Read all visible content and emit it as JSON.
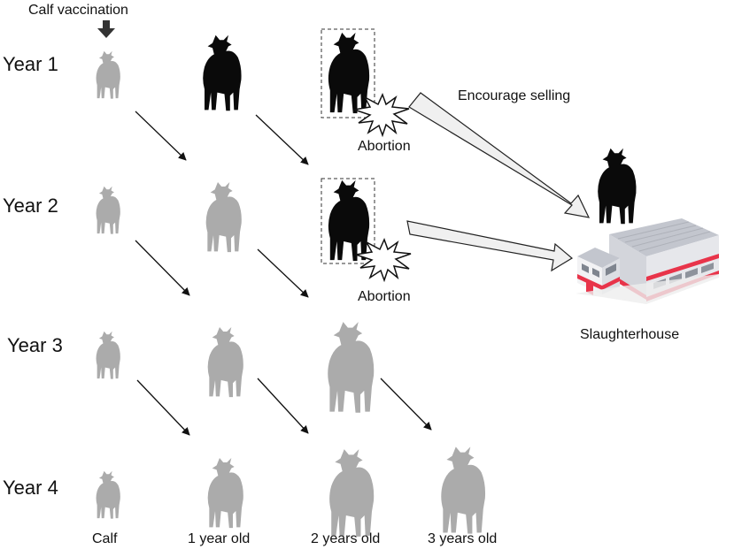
{
  "diagram": {
    "top_note": "Calf vaccination",
    "rows": [
      "Year 1",
      "Year 2",
      "Year 3",
      "Year 4"
    ],
    "columns": [
      "Calf",
      "1 year old",
      "2 years old",
      "3 years old"
    ],
    "abortion_label": "Abortion",
    "encourage_label": "Encourage selling",
    "slaughterhouse_label": "Slaughterhouse"
  },
  "colors": {
    "vaccinated": "#ababab",
    "unvaccinated": "#0a0a0a",
    "accent": "#e8344a",
    "building": "#b9bcc4",
    "arrow_fill": "#f0f0f0"
  },
  "icons": {
    "cow": "cow-silhouette-icon",
    "burst": "abortion-burst-icon",
    "building": "slaughterhouse-building-icon",
    "down_arrow": "vaccination-down-arrow-icon"
  }
}
